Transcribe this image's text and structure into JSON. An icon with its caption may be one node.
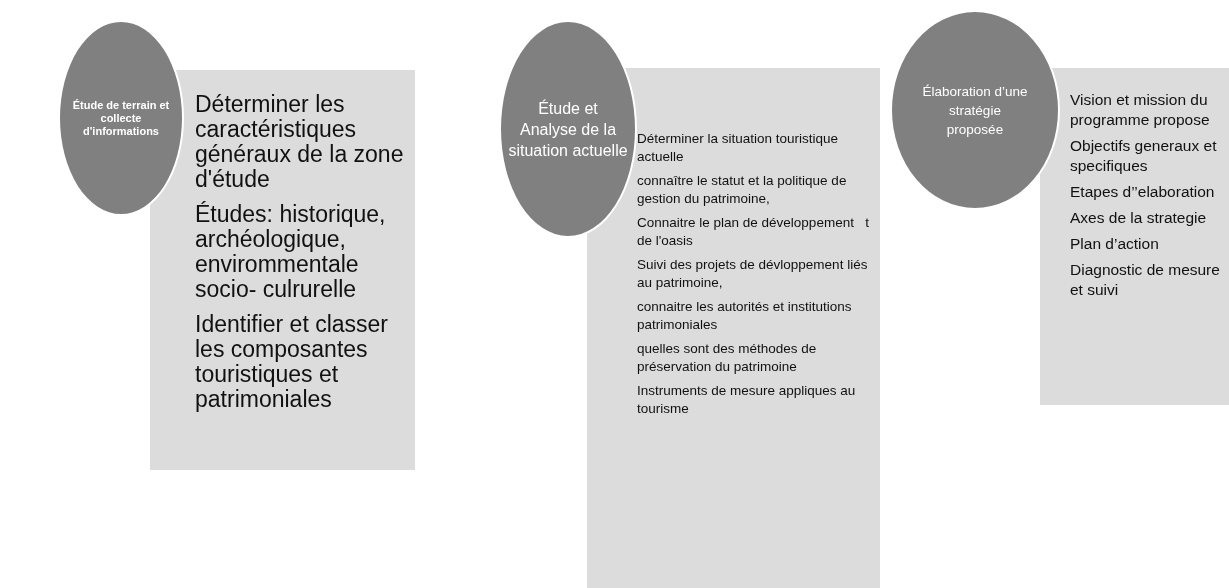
{
  "diagram": {
    "nodes": [
      {
        "text": [
          "Étude de terrain et collecte d'informations"
        ]
      },
      {
        "text": [
          "Déterminer les caractéristiques généraux de la zone d'étude",
          "Études: historique, archéologique, envirommentale socio- culrurelle",
          "Identifier et classer les composantes touristiques et patrimoniales"
        ]
      },
      {
        "text": [
          "Étude et Analyse de la situation actuelle"
        ]
      },
      {
        "text": [
          "Déterminer la situation touristique actuelle",
          "connaître le statut et la politique de gestion du patrimoine,",
          "Connaitre le plan de développement   t de l'oasis",
          "Suivi des projets de dévloppement liés au patrimoine,",
          "connaitre les autorités et institutions patrimoniales",
          "quelles sont des méthodes de préservation du patrimoine",
          "Instruments de mesure appliques au tourisme"
        ]
      },
      {
        "text": [
          "Élaboration d’une stratégie proposée"
        ]
      },
      {
        "text": [
          "Vision et mission du programme propose",
          "Objectifs generaux et specifiques",
          "Etapes d’’elaboration",
          "Axes de la strategie",
          "Plan d’action",
          "Diagnostic de mesure et suivi"
        ]
      }
    ]
  }
}
